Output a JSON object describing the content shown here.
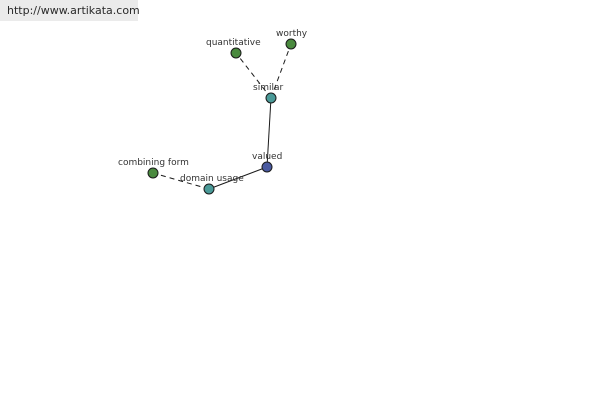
{
  "header": {
    "url": "http://www.artikata.com"
  },
  "graph": {
    "colors": {
      "center": "#4a5aa0",
      "relation": "#4a9a98",
      "leaf": "#4a8a3e"
    },
    "nodes": [
      {
        "id": "valued",
        "label": "valued",
        "kind": "center"
      },
      {
        "id": "similar",
        "label": "similar",
        "kind": "relation"
      },
      {
        "id": "domain-usage",
        "label": "domain usage",
        "kind": "relation"
      },
      {
        "id": "quantitative",
        "label": "quantitative",
        "kind": "leaf"
      },
      {
        "id": "worthy",
        "label": "worthy",
        "kind": "leaf"
      },
      {
        "id": "combining-form",
        "label": "combining form",
        "kind": "leaf"
      }
    ],
    "edges": [
      {
        "from": "valued",
        "to": "similar",
        "style": "solid"
      },
      {
        "from": "valued",
        "to": "domain-usage",
        "style": "solid"
      },
      {
        "from": "similar",
        "to": "quantitative",
        "style": "dashed"
      },
      {
        "from": "similar",
        "to": "worthy",
        "style": "dashed"
      },
      {
        "from": "domain-usage",
        "to": "combining-form",
        "style": "dashed"
      }
    ]
  }
}
